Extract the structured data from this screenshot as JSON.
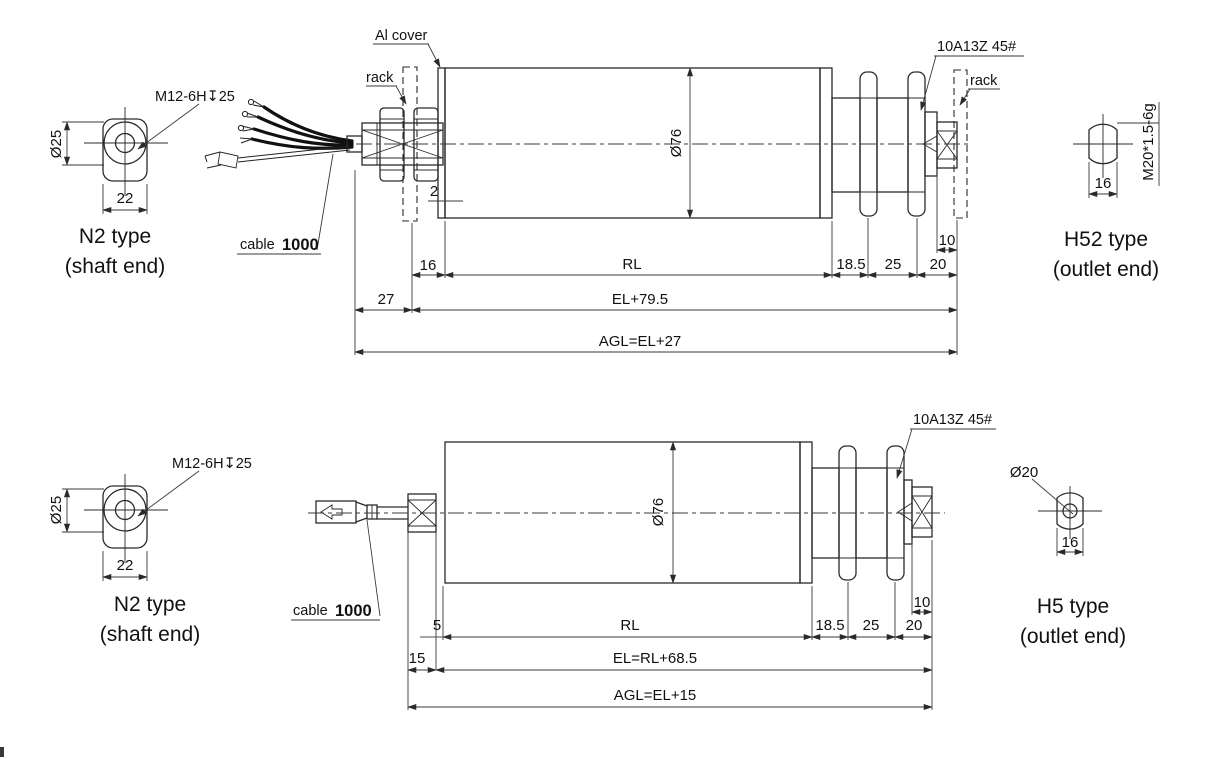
{
  "colors": {
    "line": "#2a2a2a",
    "text": "#111111",
    "background": "#ffffff"
  },
  "top_drawing": {
    "shaft_end_detail": {
      "title": "N2 type",
      "subtitle": "(shaft end)",
      "thread_label": "M12-6H↧25",
      "diameter": "Ø25",
      "flat_width": "22"
    },
    "cable": {
      "word": "cable",
      "length": "1000"
    },
    "al_cover_label": "Al cover",
    "rack_left_label": "rack",
    "rack_right_label": "rack",
    "sprocket_label": "10A13Z 45#",
    "body_diameter": "Ø76",
    "cover_thickness": "2",
    "dims": {
      "left_offset": "16",
      "roller_length": "RL",
      "sprocket1": "18.5",
      "sprocket2": "25",
      "shaft_right": "20",
      "thread_len": "10",
      "left_ext": "27",
      "electrical_length": "EL+79.5",
      "overall": "AGL=EL+27"
    },
    "outlet_end_detail": {
      "title": "H52 type",
      "subtitle": "(outlet end)",
      "thread_label": "M20*1.5-6g",
      "flat_width": "16"
    }
  },
  "bottom_drawing": {
    "shaft_end_detail": {
      "title": "N2 type",
      "subtitle": "(shaft end)",
      "thread_label": "M12-6H↧25",
      "diameter": "Ø25",
      "flat_width": "22"
    },
    "cable": {
      "word": "cable",
      "length": "1000"
    },
    "sprocket_label": "10A13Z 45#",
    "body_diameter": "Ø76",
    "dims": {
      "left_offset": "5",
      "roller_length": "RL",
      "sprocket1": "18.5",
      "sprocket2": "25",
      "shaft_right": "20",
      "thread_len": "10",
      "left_ext": "15",
      "electrical_length": "EL=RL+68.5",
      "overall": "AGL=EL+15"
    },
    "outlet_end_detail": {
      "title": "H5 type",
      "subtitle": "(outlet end)",
      "shaft_diameter": "Ø20",
      "flat_width": "16"
    }
  }
}
